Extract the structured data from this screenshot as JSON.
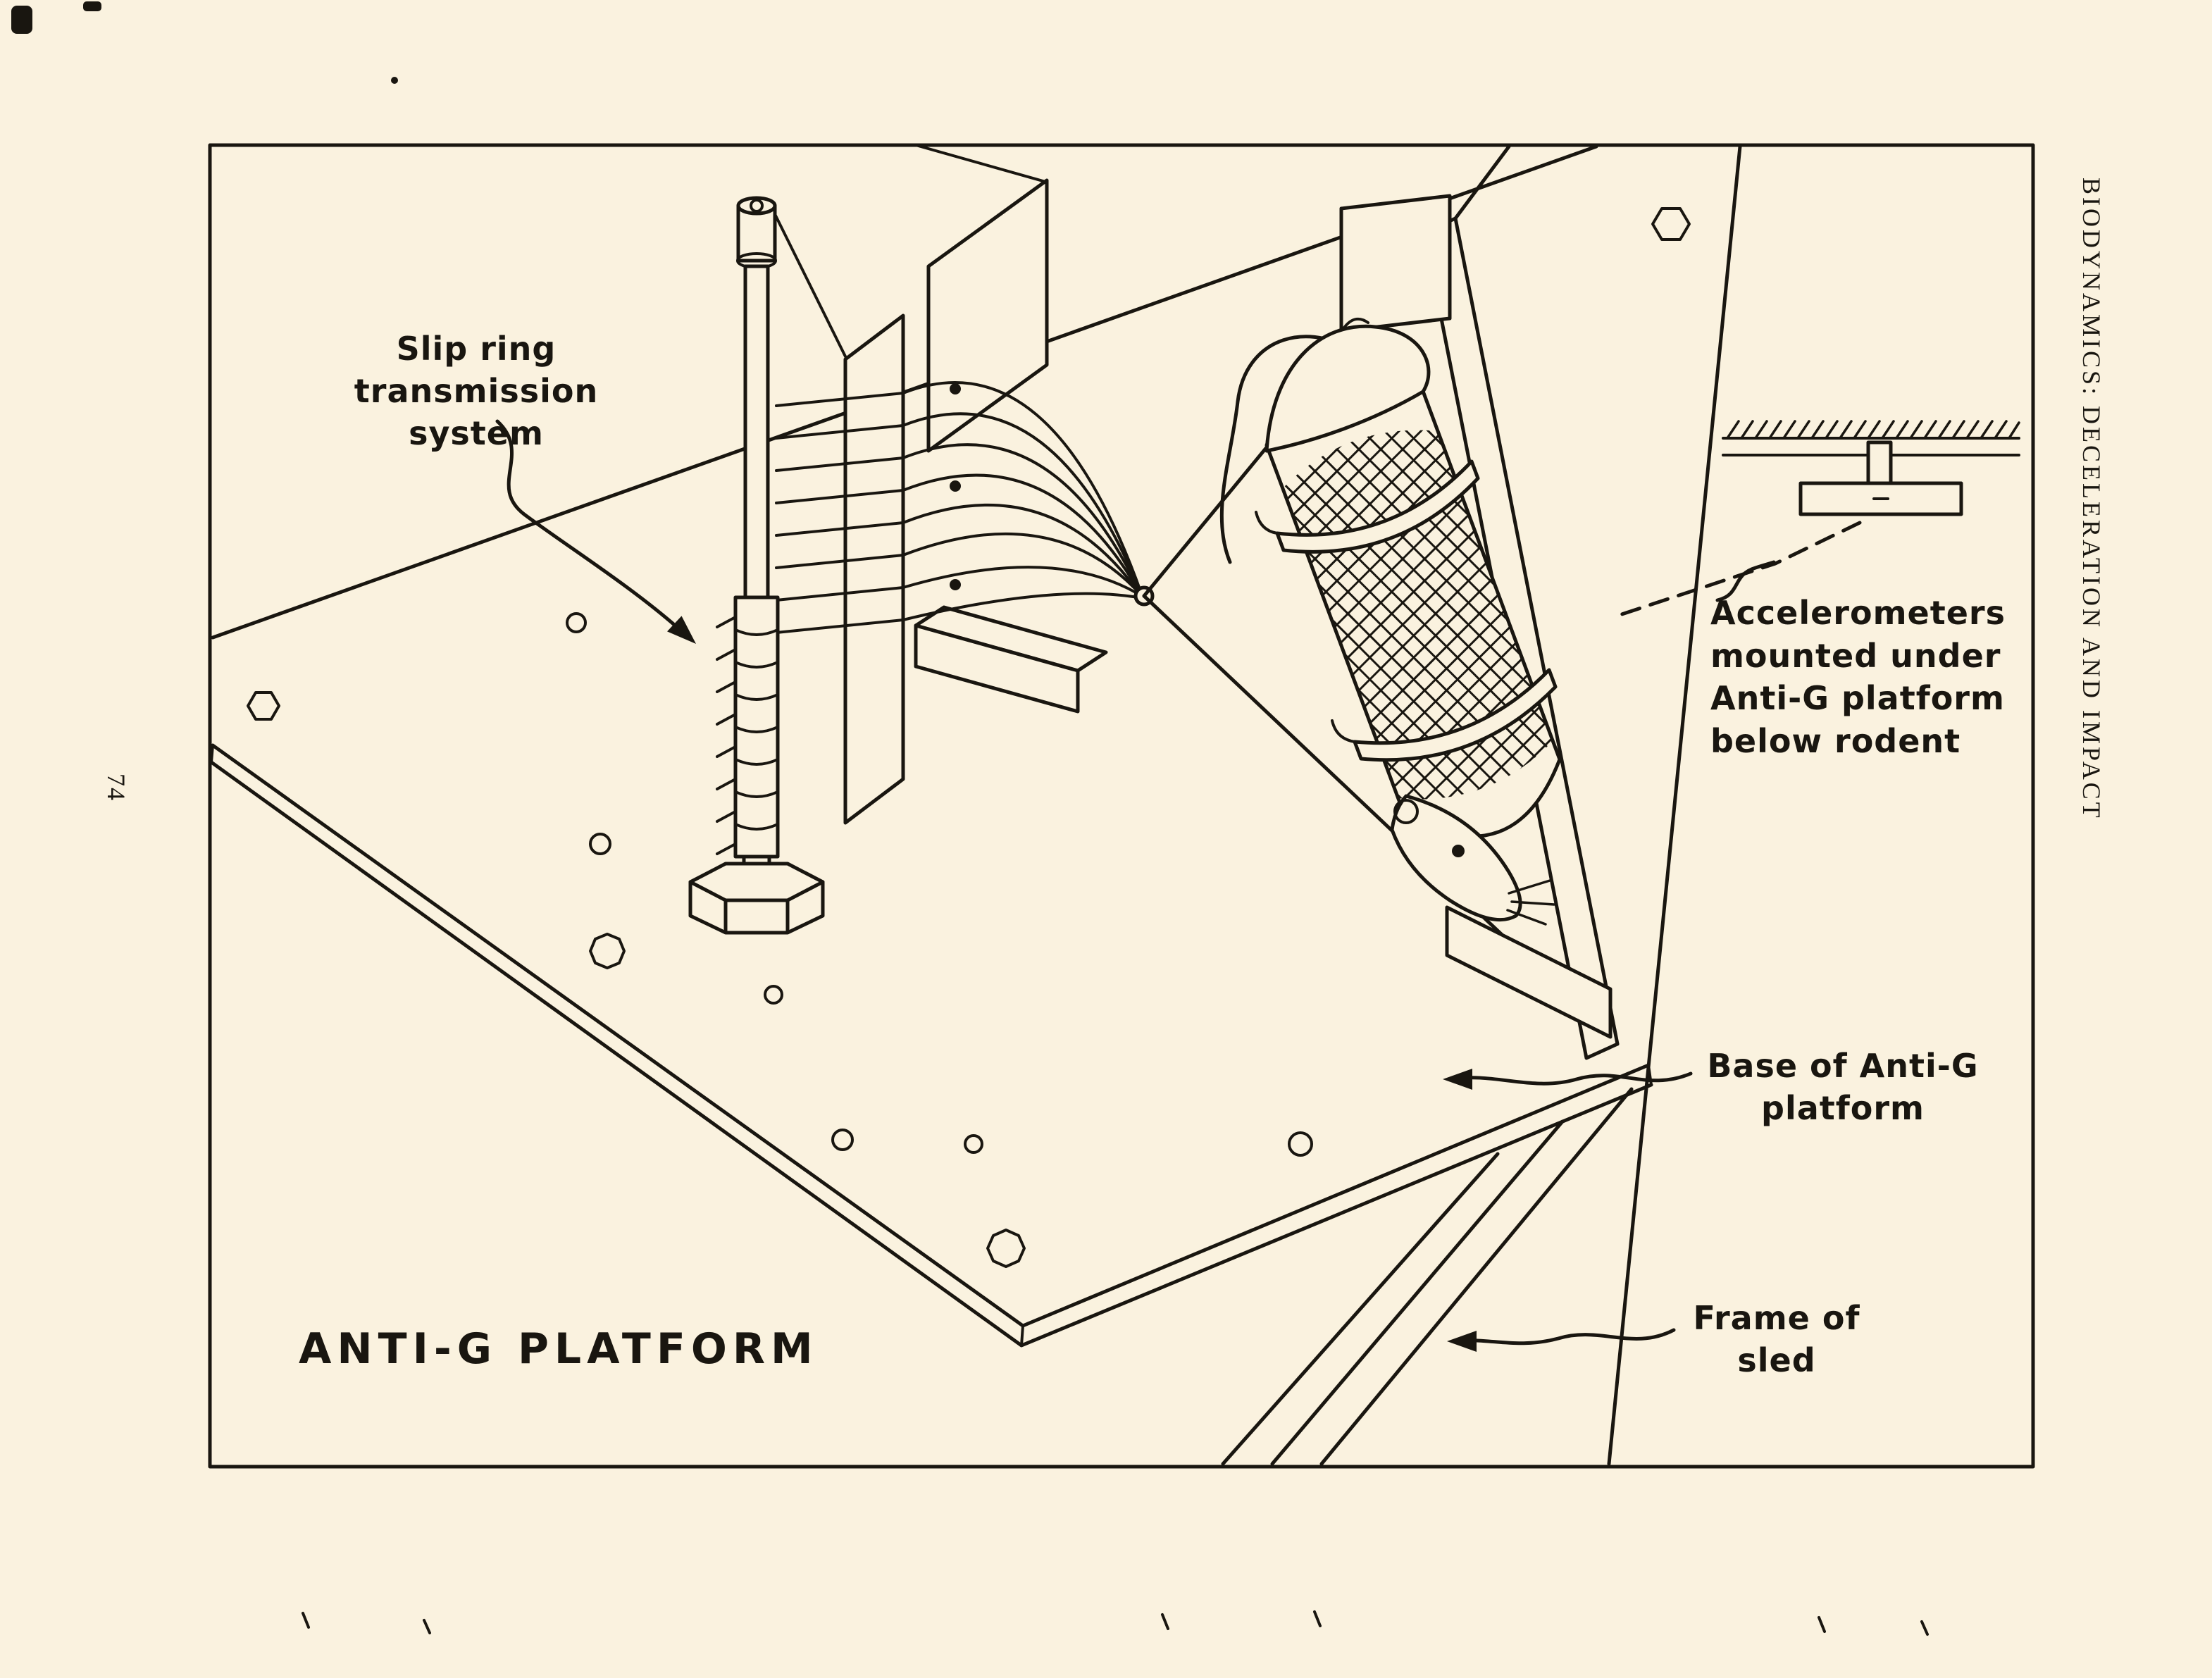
{
  "page": {
    "number": "74",
    "running_head": {
      "part1": "BIODYNAMICS:",
      "part2": "DECELERATION AND IMPACT"
    }
  },
  "figure": {
    "title": "ANTI-G PLATFORM",
    "labels": {
      "slip_ring": {
        "lines": [
          "Slip ring transmission",
          "system"
        ]
      },
      "accelerometers": {
        "lines": [
          "Accelerometers",
          "mounted under",
          "Anti-G platform",
          "below rodent"
        ]
      },
      "base_platform": {
        "lines": [
          "Base of Anti-G",
          "platform"
        ]
      },
      "frame_sled": {
        "lines": [
          "Frame of",
          "sled"
        ]
      }
    },
    "colors": {
      "ink": "#191610",
      "paper": "#faf2df"
    }
  }
}
